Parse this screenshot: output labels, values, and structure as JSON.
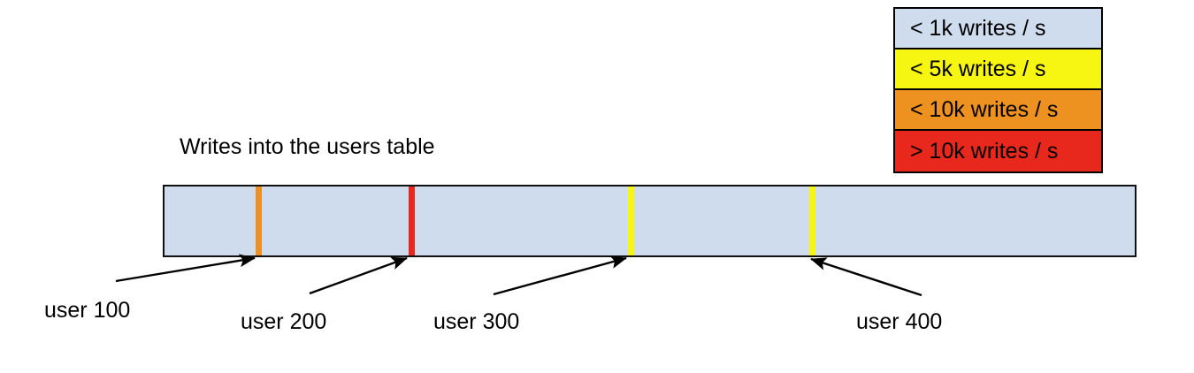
{
  "chart_data": {
    "type": "bar",
    "title": "Writes into the users table",
    "xlabel": "",
    "ylabel": "",
    "orientation": "horizontal-single-track",
    "description": "A single horizontal key-range bar representing the users table, colored by write rate, with vertical marker stripes at four user key positions.",
    "track": {
      "base_color": "#cfdcee",
      "base_category": "< 1k writes / s",
      "border_color": "#111111"
    },
    "categories": [
      "user 100",
      "user 200",
      "user 300",
      "user 400"
    ],
    "markers": [
      {
        "label": "user 100",
        "category": "< 10k writes / s",
        "color": "#ed9121",
        "position_pct": 9.6
      },
      {
        "label": "user 200",
        "category": "> 10k writes / s",
        "color": "#e8281c",
        "position_pct": 25.3
      },
      {
        "label": "user 300",
        "category": "< 5k writes / s",
        "color": "#f7f512",
        "position_pct": 47.8
      },
      {
        "label": "user 400",
        "category": "< 5k writes / s",
        "color": "#f7f512",
        "position_pct": 66.4
      }
    ],
    "legend_position": "top-right",
    "grid": false
  },
  "legend": {
    "items": [
      {
        "label": "< 1k writes / s",
        "color": "#cfdcee"
      },
      {
        "label": "< 5k writes / s",
        "color": "#f7f512"
      },
      {
        "label": "< 10k writes / s",
        "color": "#ed9121"
      },
      {
        "label": "> 10k writes / s",
        "color": "#e8281c"
      }
    ]
  },
  "caption": {
    "text": "Writes into the users table"
  },
  "annotations": [
    {
      "label": "user 100"
    },
    {
      "label": "user 200"
    },
    {
      "label": "user 300"
    },
    {
      "label": "user 400"
    }
  ],
  "colors": {
    "bar_fill": "#cfdcee",
    "bar_border": "#111111",
    "orange": "#ed9121",
    "red": "#e8281c",
    "yellow": "#f7f512",
    "arrow": "#000000",
    "background": "#ffffff"
  }
}
